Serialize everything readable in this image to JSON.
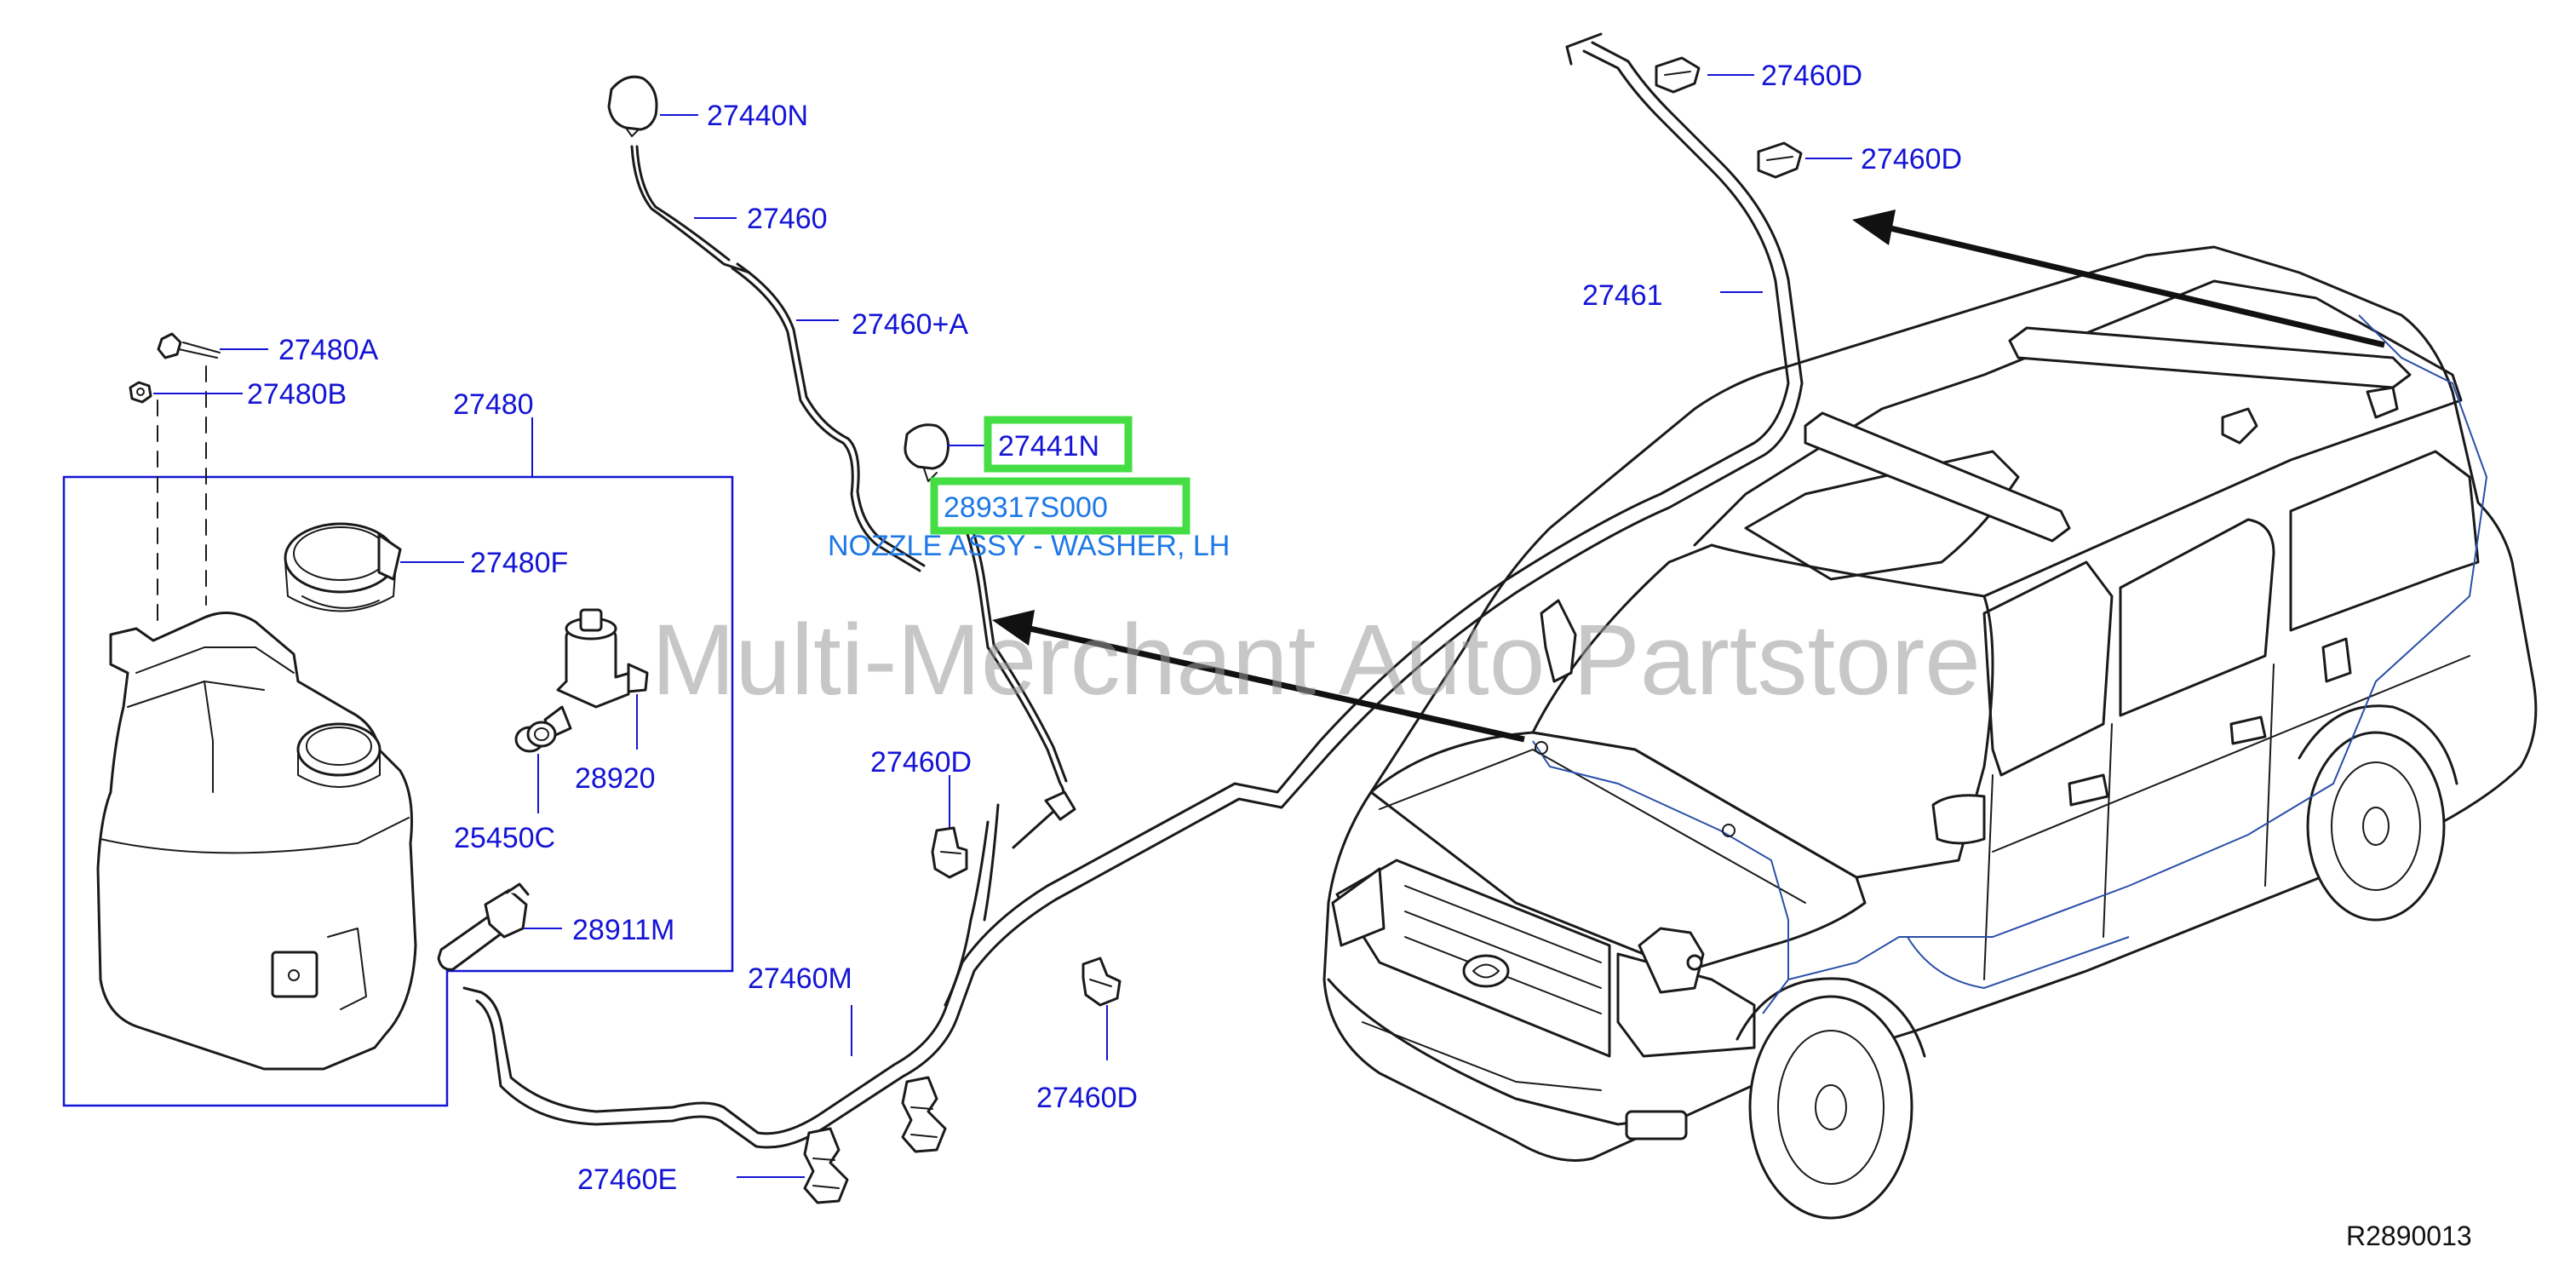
{
  "diagram": {
    "labels": {
      "p27440N": "27440N",
      "p27460": "27460",
      "p27460A": "27460+A",
      "p27480A": "27480A",
      "p27480B": "27480B",
      "p27480": "27480",
      "p27480F": "27480F",
      "p28920": "28920",
      "p25450C": "25450C",
      "p28911M": "28911M",
      "p27460M": "27460M",
      "p27460E": "27460E",
      "p27460D_mid": "27460D",
      "p27460D_low": "27460D",
      "p27460D_top1": "27460D",
      "p27460D_top2": "27460D",
      "p27461": "27461",
      "p27441N": "27441N",
      "p28931": "289317S000"
    },
    "description": "NOZZLE ASSY - WASHER, LH",
    "watermark": "Multi-Merchant Auto Partstore",
    "reference": "R2890013",
    "colors": {
      "label": "#1414d6",
      "highlight": "#44dd44",
      "description": "#1e78e6"
    }
  }
}
